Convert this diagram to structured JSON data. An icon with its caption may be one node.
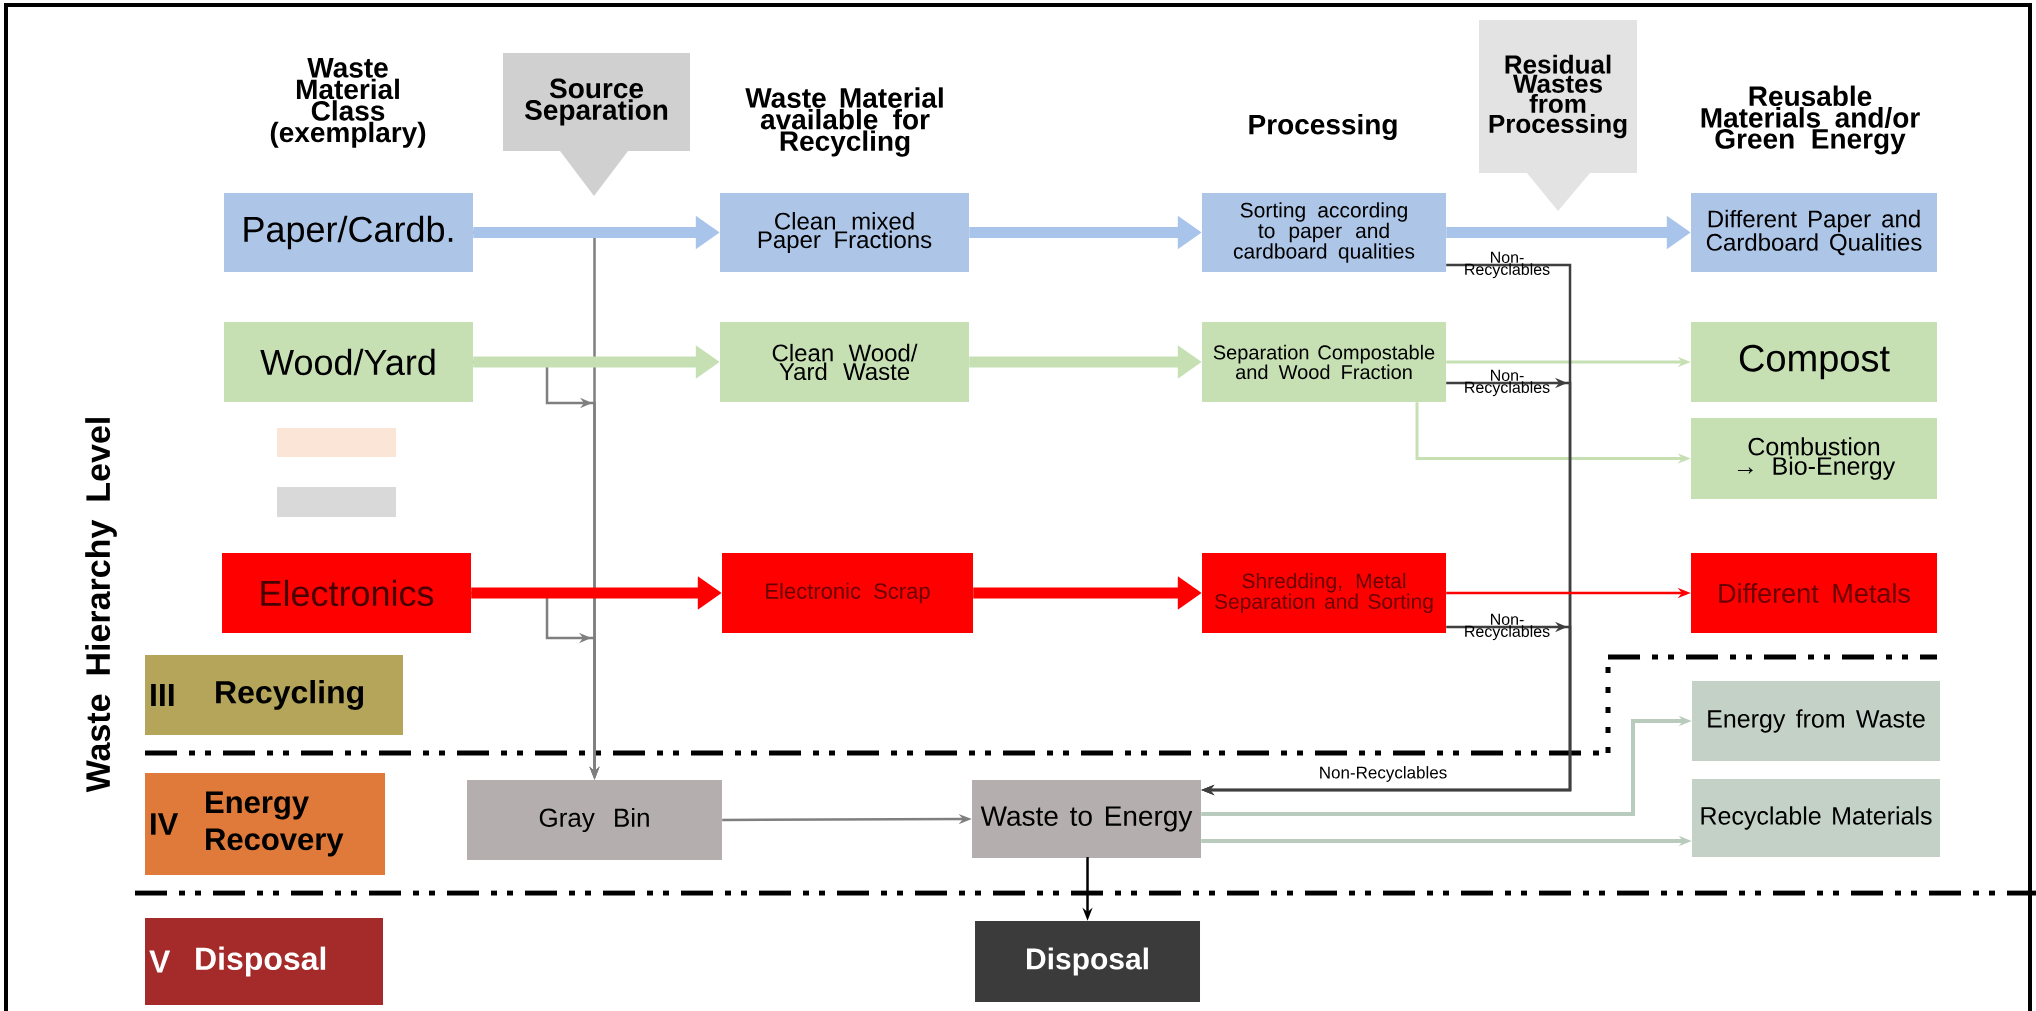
{
  "diagram": {
    "nodes": [
      {
        "text": [
          "Source Separation"
        ]
      },
      {
        "text": [
          "Residual Wastes from Processing"
        ]
      },
      {
        "text": [
          "Paper/Cardb."
        ]
      },
      {
        "text": [
          "Clean mixed Paper Fractions"
        ]
      },
      {
        "text": [
          "Sorting according to paper and cardboard qualities"
        ]
      },
      {
        "text": [
          "Different Paper and Cardboard Qualities"
        ]
      },
      {
        "text": [
          "Wood/Yard"
        ]
      },
      {
        "text": [
          "Clean Wood/ Yard Waste"
        ]
      },
      {
        "text": [
          "Separation Compostable and Wood Fraction"
        ]
      },
      {
        "text": [
          "Compost"
        ]
      },
      {
        "text": [
          "Combustion → Bio-Energy"
        ]
      },
      {
        "text": [],
        "shape": "bar"
      },
      {
        "text": [],
        "shape": "bar"
      },
      {
        "text": [
          "Electronics"
        ]
      },
      {
        "text": [
          "Electronic Scrap"
        ]
      },
      {
        "text": [
          "Shredding, Metal Separation and Sorting"
        ]
      },
      {
        "text": [
          "Different Metals"
        ]
      },
      {
        "text": [
          "III",
          "Recycling"
        ]
      },
      {
        "text": [
          "Energy from Waste"
        ]
      },
      {
        "text": [
          "IV",
          "Energy Recovery"
        ]
      },
      {
        "text": [
          "Gray Bin"
        ]
      },
      {
        "text": [
          "Waste to Energy"
        ]
      },
      {
        "text": [
          "Recyclable Materials"
        ]
      },
      {
        "text": [
          "V",
          "Disposal"
        ]
      },
      {
        "text": [
          "Disposal"
        ]
      }
    ],
    "edges": [
      {
        "from": 2,
        "to": 3,
        "arrow": "to",
        "style": "thick",
        "color": "#a9c4eb"
      },
      {
        "from": 3,
        "to": 4,
        "arrow": "to",
        "style": "thick",
        "color": "#a9c4eb"
      },
      {
        "from": 4,
        "to": 5,
        "arrow": "to",
        "style": "thick",
        "color": "#a9c4eb"
      },
      {
        "from": 2,
        "to": 20,
        "arrow": "to",
        "color": "#7f7f7f"
      },
      {
        "from": 6,
        "to": 7,
        "arrow": "to",
        "style": "thick",
        "color": "#c6e0b4"
      },
      {
        "from": 7,
        "to": 8,
        "arrow": "to",
        "style": "thick",
        "color": "#c6e0b4"
      },
      {
        "from": 8,
        "to": 9,
        "arrow": "to",
        "color": "#c6e0b4"
      },
      {
        "from": 8,
        "to": 10,
        "arrow": "to",
        "color": "#c6e0b4"
      },
      {
        "from": 6,
        "to": 20,
        "arrow": "to",
        "color": "#7f7f7f"
      },
      {
        "from": 4,
        "to": 21,
        "arrow": "to",
        "label": "Non-Recyclables",
        "color": "#3f3f3f"
      },
      {
        "from": 8,
        "to": 21,
        "arrow": "to",
        "label": "Non-Recyclables",
        "color": "#3f3f3f"
      },
      {
        "from": 13,
        "to": 14,
        "arrow": "to",
        "style": "thick",
        "color": "#ff0000"
      },
      {
        "from": 14,
        "to": 15,
        "arrow": "to",
        "style": "thick",
        "color": "#ff0000"
      },
      {
        "from": 15,
        "to": 16,
        "arrow": "to",
        "color": "#ff0000"
      },
      {
        "from": 13,
        "to": 20,
        "arrow": "to",
        "color": "#7f7f7f"
      },
      {
        "from": 15,
        "to": 21,
        "arrow": "to",
        "label": "Non-Recyclables",
        "color": "#3f3f3f"
      },
      {
        "from": 20,
        "to": 21,
        "arrow": "to",
        "color": "#7f7f7f"
      },
      {
        "from": 21,
        "to": 18,
        "arrow": "to",
        "color": "#b9cbbd"
      },
      {
        "from": 21,
        "to": 22,
        "arrow": "to",
        "color": "#b9cbbd"
      },
      {
        "from": 21,
        "to": 24,
        "arrow": "to",
        "color": "#000000"
      }
    ],
    "labels": [
      "Waste Material Class (exemplary)",
      "Waste Material available for Recycling",
      "Processing",
      "Reusable Materials and/or Green Energy",
      "Waste Hierarchy Level",
      "Non-Recyclables"
    ]
  }
}
